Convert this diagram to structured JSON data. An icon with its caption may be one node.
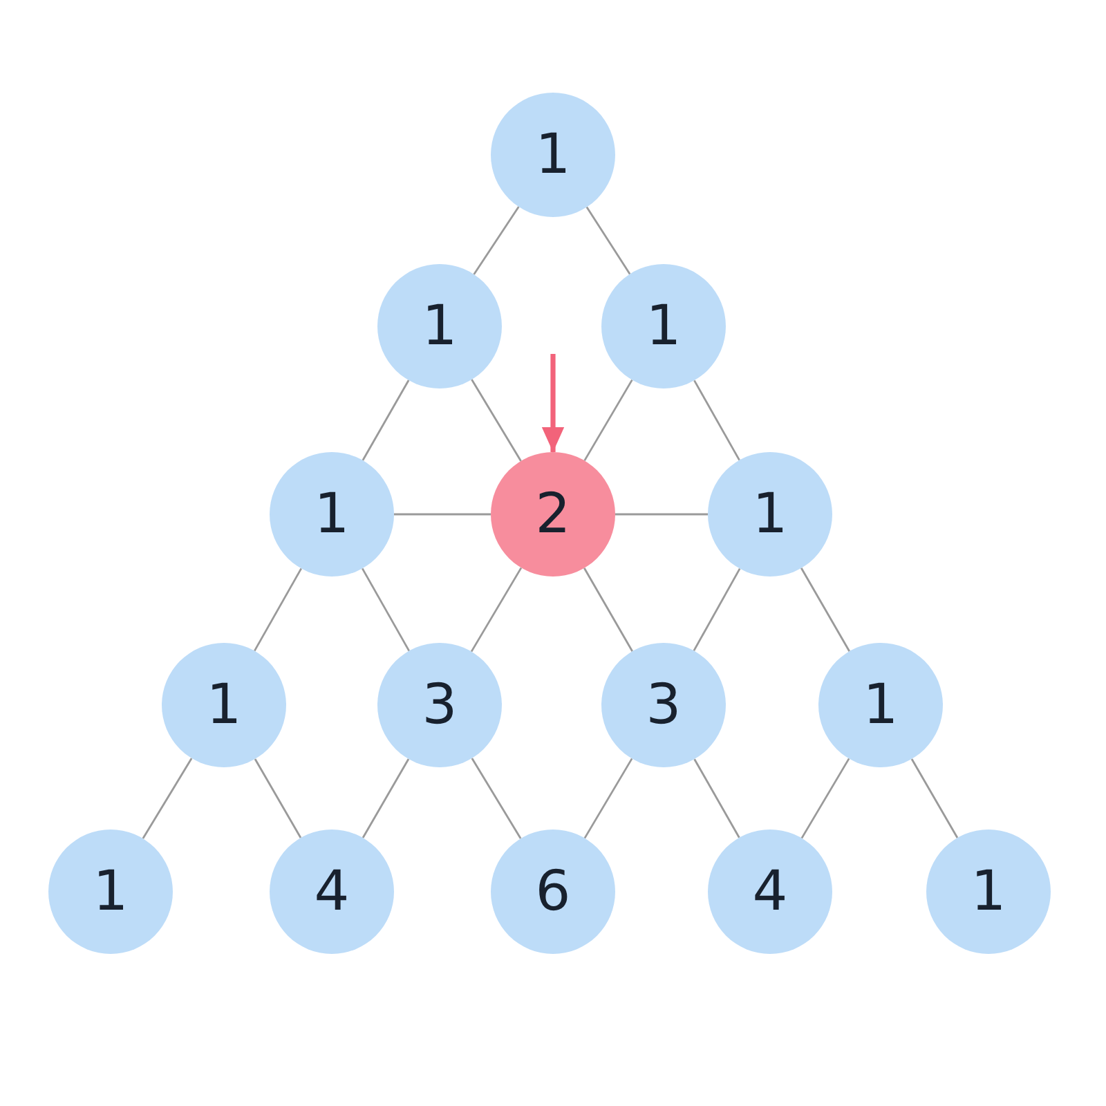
{
  "diagram": {
    "nodes": [
      {
        "text": [
          "1"
        ]
      },
      {
        "text": [
          "1"
        ]
      },
      {
        "text": [
          "1"
        ]
      },
      {
        "text": [
          "1"
        ]
      },
      {
        "text": [
          "2"
        ]
      },
      {
        "text": [
          "1"
        ]
      },
      {
        "text": [
          "1"
        ]
      },
      {
        "text": [
          "3"
        ]
      },
      {
        "text": [
          "3"
        ]
      },
      {
        "text": [
          "1"
        ]
      },
      {
        "text": [
          "1"
        ]
      },
      {
        "text": [
          "4"
        ]
      },
      {
        "text": [
          "6"
        ]
      },
      {
        "text": [
          "4"
        ]
      },
      {
        "text": [
          "1"
        ]
      }
    ],
    "edges": [
      {
        "from": 0,
        "to": 1,
        "arrow": "none"
      },
      {
        "from": 0,
        "to": 2,
        "arrow": "none"
      },
      {
        "from": 1,
        "to": 3,
        "arrow": "none"
      },
      {
        "from": 1,
        "to": 4,
        "arrow": "none"
      },
      {
        "from": 2,
        "to": 4,
        "arrow": "none"
      },
      {
        "from": 2,
        "to": 5,
        "arrow": "none"
      },
      {
        "from": 3,
        "to": 4,
        "arrow": "none"
      },
      {
        "from": 4,
        "to": 5,
        "arrow": "none"
      },
      {
        "from": 3,
        "to": 6,
        "arrow": "none"
      },
      {
        "from": 3,
        "to": 7,
        "arrow": "none"
      },
      {
        "from": 4,
        "to": 7,
        "arrow": "none"
      },
      {
        "from": 4,
        "to": 8,
        "arrow": "none"
      },
      {
        "from": 5,
        "to": 8,
        "arrow": "none"
      },
      {
        "from": 5,
        "to": 9,
        "arrow": "none"
      },
      {
        "from": 6,
        "to": 10,
        "arrow": "none"
      },
      {
        "from": 6,
        "to": 11,
        "arrow": "none"
      },
      {
        "from": 7,
        "to": 11,
        "arrow": "none"
      },
      {
        "from": 7,
        "to": 12,
        "arrow": "none"
      },
      {
        "from": 8,
        "to": 12,
        "arrow": "none"
      },
      {
        "from": 8,
        "to": 13,
        "arrow": "none"
      },
      {
        "from": 9,
        "to": 13,
        "arrow": "none"
      },
      {
        "from": 9,
        "to": 14,
        "arrow": "none"
      },
      {
        "from": null,
        "to": 4,
        "arrow": "to",
        "style": "thick",
        "color": "#f2637a"
      }
    ]
  }
}
